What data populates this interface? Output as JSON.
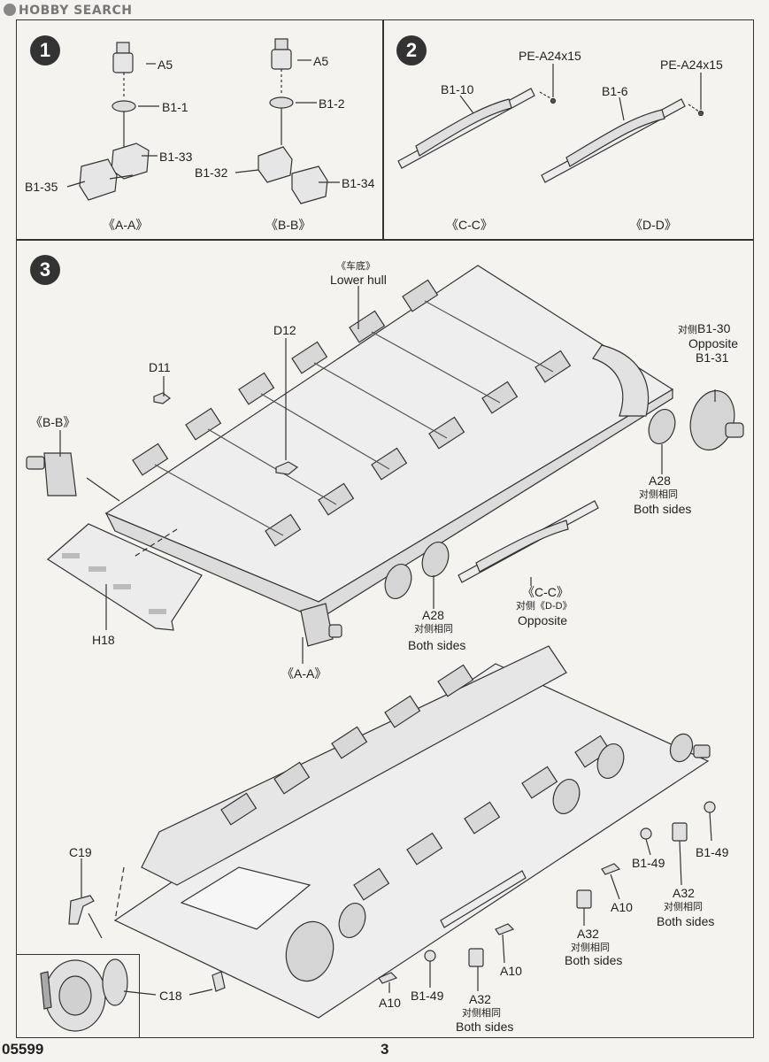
{
  "watermark": "HOBBY SEARCH",
  "steps": [
    {
      "number": "1"
    },
    {
      "number": "2"
    },
    {
      "number": "3"
    }
  ],
  "step1": {
    "left": {
      "top": "A5",
      "washer": "B1-1",
      "right_arm": "B1-33",
      "left_arm": "B1-35",
      "caption": "《A-A》"
    },
    "right": {
      "top": "A5",
      "washer": "B1-2",
      "left_arm": "B1-32",
      "right_arm": "B1-34",
      "caption": "《B-B》"
    }
  },
  "step2": {
    "left": {
      "part": "B1-10",
      "pe": "PE-A24x15",
      "caption": "《C-C》"
    },
    "right": {
      "part": "B1-6",
      "pe": "PE-A24x15",
      "caption": "《D-D》"
    }
  },
  "step3": {
    "lower_hull_cn": "《车底》",
    "lower_hull": "Lower hull",
    "d12": "D12",
    "d11": "D11",
    "bb": "《B-B》",
    "opposite_cn": "对侧",
    "b1_30": "B1-30",
    "opposite": "Opposite",
    "b1_31": "B1-31",
    "a28_top": {
      "code": "A28",
      "cn": "对侧相同",
      "en": "Both sides"
    },
    "cc": "《C-C》",
    "dd_cn": "对侧《D-D》",
    "dd_opposite": "Opposite",
    "a28_bottom": {
      "code": "A28",
      "cn": "对侧相同",
      "en": "Both sides"
    },
    "h18": "H18",
    "aa": "《A-A》",
    "c19": "C19",
    "c18": "C18",
    "b1_49_a": "B1-49",
    "b1_49_b": "B1-49",
    "b1_49_c": "B1-49",
    "a10_a": "A10",
    "a10_b": "A10",
    "a10_c": "A10",
    "a32_a": {
      "code": "A32",
      "cn": "对侧相同",
      "en": "Both sides"
    },
    "a32_b": {
      "code": "A32",
      "cn": "对侧相同",
      "en": "Both sides"
    },
    "a32_c": {
      "code": "A32",
      "cn": "对侧相同",
      "en": "Both sides"
    }
  },
  "footer": {
    "kit_number": "05599",
    "page_number": "3"
  }
}
